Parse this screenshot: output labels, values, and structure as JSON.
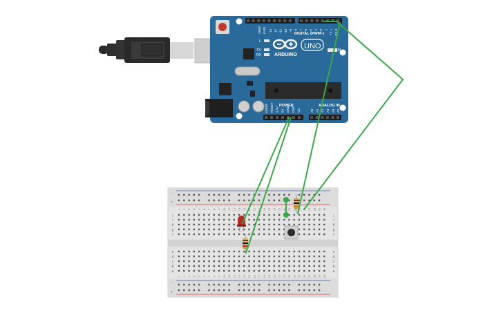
{
  "board": {
    "brand": "ARDUINO",
    "model": "UNO",
    "digital_label": "DIGITAL (PWM~)",
    "power_label": "POWER",
    "analog_label": "ANALOG IN",
    "on_label": "ON",
    "l_label": "L",
    "tx_label": "TX",
    "rx_label": "RX",
    "aref_label": "AREF",
    "gnd_label": "GND",
    "power_pins": [
      "IOREF",
      "RESET",
      "3.3V",
      "5V",
      "GND",
      "GND",
      "Vin"
    ],
    "analog_pins": [
      "A0",
      "A1",
      "A2",
      "A3",
      "A4",
      "A5"
    ],
    "digital_pins": [
      "13",
      "12",
      "~11",
      "~10",
      "~9",
      "8",
      "7",
      "~6",
      "~5",
      "4",
      "~3",
      "2",
      "TX 1",
      "RX 0"
    ]
  },
  "breadboard": {
    "row_letters_top": [
      "j",
      "i",
      "h",
      "g",
      "f"
    ],
    "row_letters_bottom": [
      "e",
      "d",
      "c",
      "b",
      "a"
    ],
    "rail_minus": "−",
    "rail_plus": "+",
    "column_count": 30
  },
  "colors": {
    "board_blue": "#2a6a9b",
    "wire_green": "#3aa84a",
    "led_red": "#b22a22",
    "rail_red": "#d8403a",
    "rail_blue": "#3c5db0"
  }
}
